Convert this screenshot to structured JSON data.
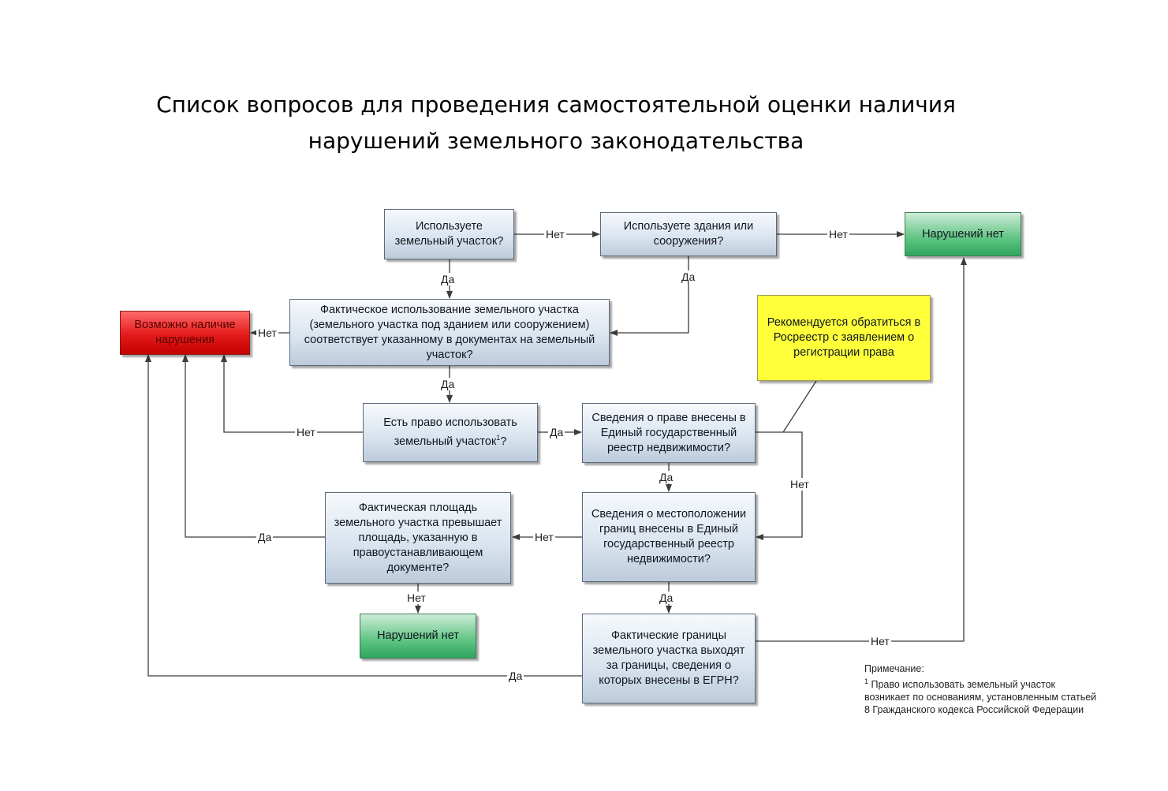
{
  "title": {
    "line1": "Список вопросов для проведения самостоятельной оценки наличия",
    "line2": "нарушений земельного законодательства"
  },
  "nodes": {
    "q_land": "Используете земельный участок?",
    "q_buildings": "Используете здания или сооружения?",
    "no_violations_top": "Нарушений нет",
    "violation_possible": "Возможно наличие нарушения",
    "q_actual_use": "Фактическое использование земельного участка (земельного участка под зданием или сооружением) соответствует указанному в документах на земельный участок?",
    "hint_rosreestr": "Рекомендуется обратиться в Росреестр с заявлением о регистрации права",
    "q_right": "Есть право использовать земельный участок",
    "q_right_sup": "1",
    "q_right_end": "?",
    "q_egrn_right": "Сведения о праве внесены в Единый государственный реестр недвижимости?",
    "q_area": "Фактическая площадь земельного участка превышает площадь, указанную в правоустанавливающем документе?",
    "q_boundaries_registered": "Сведения о местоположении границ внесены в Единый государственный реестр недвижимости?",
    "no_violations_bottom": "Нарушений нет",
    "q_boundaries_exceed": "Фактические границы земельного участка выходят за границы, сведения о которых внесены в ЕГРН?"
  },
  "labels": {
    "yes": "Да",
    "no": "Нет"
  },
  "note": {
    "heading": "Примечание:",
    "sup": "1",
    "text": " Право использовать земельный участок возникает по основаниям, установленным статьей 8 Гражданского кодекса Российской Федерации"
  },
  "colors": {
    "question_fill": "#dbe5ef",
    "ok_fill": "#5fc482",
    "violation_fill": "#e41b1b",
    "hint_fill": "#ffff3a",
    "line": "#3c3c3c"
  }
}
